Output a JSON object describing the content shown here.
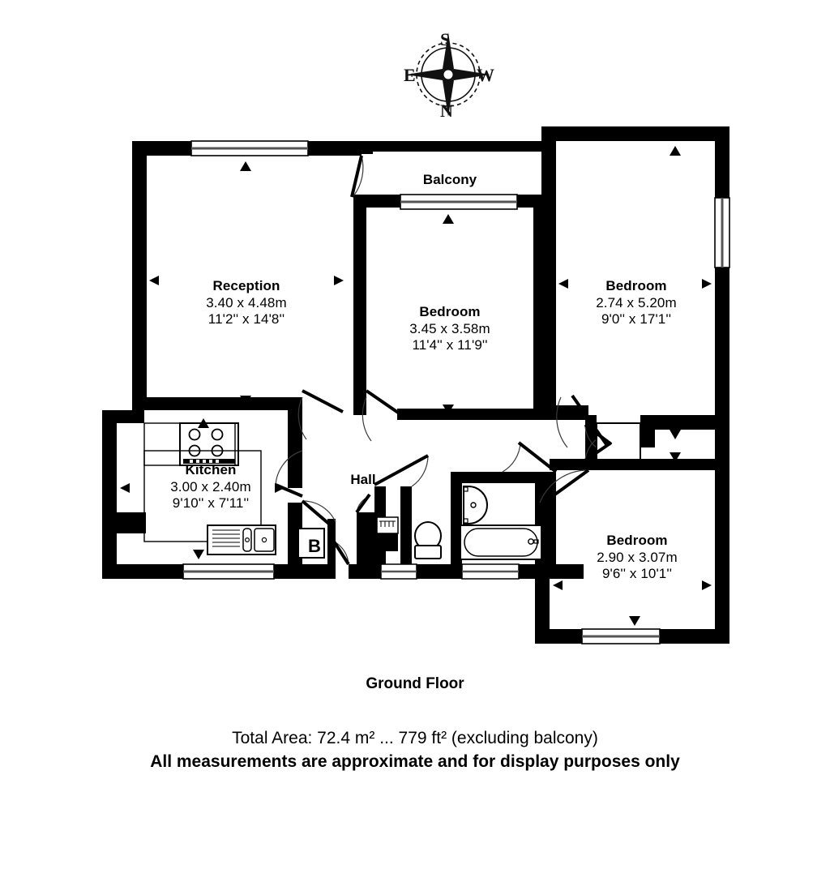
{
  "document": {
    "floor_title": "Ground Floor",
    "total_area": "Total Area: 72.4 m² ... 779 ft² (excluding balcony)",
    "disclaimer": "All measurements are approximate and for display purposes only"
  },
  "compass": {
    "top": "S",
    "left": "E",
    "right": "W",
    "bottom": "N"
  },
  "rooms": [
    {
      "id": "reception",
      "name": "Reception",
      "dim_metric": "3.40 x 4.48m",
      "dim_imperial": "11'2'' x 14'8''"
    },
    {
      "id": "bedroom-center",
      "name": "Bedroom",
      "dim_metric": "3.45 x 3.58m",
      "dim_imperial": "11'4'' x 11'9''"
    },
    {
      "id": "bedroom-top-right",
      "name": "Bedroom",
      "dim_metric": "2.74 x 5.20m",
      "dim_imperial": "9'0'' x 17'1''"
    },
    {
      "id": "bedroom-bottom-right",
      "name": "Bedroom",
      "dim_metric": "2.90 x 3.07m",
      "dim_imperial": "9'6'' x 10'1''"
    },
    {
      "id": "kitchen",
      "name": "Kitchen",
      "dim_metric": "3.00 x 2.40m",
      "dim_imperial": "9'10'' x 7'11''"
    }
  ],
  "areas": {
    "balcony_label": "Balcony",
    "hall_label": "Hall",
    "boiler_label": "B"
  },
  "colors": {
    "wall": "#000000",
    "floor": "#ffffff",
    "background": "#ffffff",
    "text": "#000000"
  }
}
